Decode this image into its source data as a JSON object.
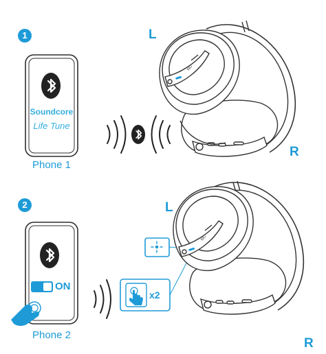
{
  "step1": {
    "badge": "1",
    "phone_brand_line1": "Soundcore",
    "phone_brand_line2": "Life Tune",
    "phone_caption": "Phone 1",
    "label_left": "L",
    "label_right": "R",
    "button_label": "NC"
  },
  "step2": {
    "badge": "2",
    "toggle_text": "ON",
    "phone_caption": "Phone 2",
    "tap_count": "x2",
    "label_left": "L",
    "label_right": "R",
    "button_label": "NC"
  },
  "colors": {
    "accent": "#1e9bd7",
    "line": "#3a3a3a"
  }
}
